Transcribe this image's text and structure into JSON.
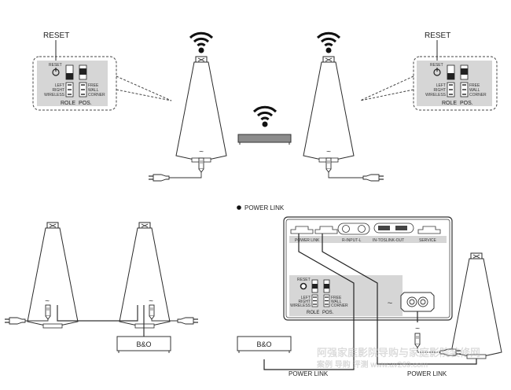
{
  "colors": {
    "line": "#2a2a2a",
    "panel": "#d6d6d6",
    "hub": "#8c8c8c",
    "watermark": "#c8c8c8"
  },
  "top": {
    "reset_callout_left": "RESET",
    "reset_callout_right": "RESET",
    "switch_panel": {
      "reset_label": "RESET",
      "role_options": [
        "LEFT",
        "RIGHT",
        "WIRELESS"
      ],
      "pos_options": [
        "FREE",
        "WALL",
        "CORNER"
      ],
      "role_label": "ROLE",
      "pos_label": "POS."
    },
    "icons": [
      "wifi-icon",
      "wifi-icon",
      "wifi-icon",
      "power-icon",
      "ac-tilde-icon",
      "power-plug-icon"
    ]
  },
  "bottom_left": {
    "source_label": "B&O"
  },
  "bottom_right": {
    "legend_label": "POWER LINK",
    "rear_panel": {
      "ports": [
        "POWER LINK",
        "R-INPUT-L",
        "IN-TOSLINK-OUT",
        "SERVICE"
      ],
      "switch_panel": {
        "reset_label": "RESET",
        "role_options": [
          "LEFT",
          "RIGHT",
          "WIRELESS"
        ],
        "pos_options": [
          "FREE",
          "WALL",
          "CORNER"
        ],
        "role_label": "ROLE",
        "pos_label": "POS."
      },
      "ac_symbol": "~"
    },
    "source_label": "B&O",
    "cable_label_left": "POWER LINK",
    "cable_label_right": "POWER LINK"
  },
  "watermark": {
    "line1": "阿强家庭影院导购与家庭影院装修网",
    "line2": "案例  导购  评测   www.av269.com"
  }
}
